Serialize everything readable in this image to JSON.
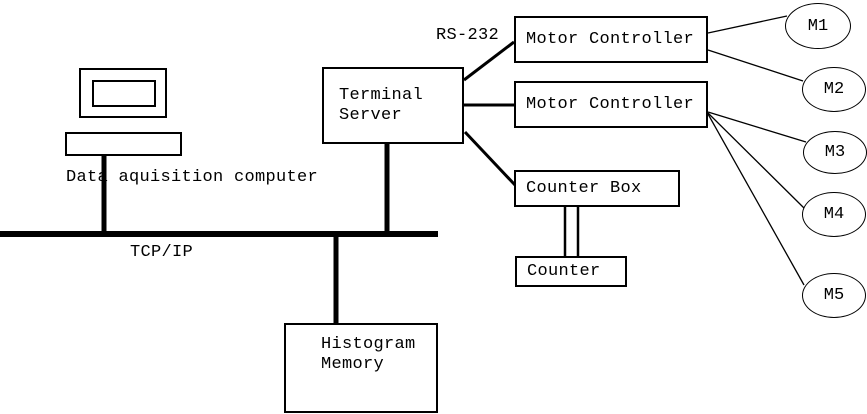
{
  "diagram": {
    "labels": {
      "daq_caption": "Data aquisition computer",
      "bus": "TCP/IP",
      "serial_link": "RS-232"
    },
    "nodes": {
      "terminal_server": {
        "line1": "Terminal",
        "line2": "Server"
      },
      "motor_controller_1": {
        "label": "Motor Controller"
      },
      "motor_controller_2": {
        "label": "Motor Controller"
      },
      "counter_box": {
        "label": "Counter Box"
      },
      "counter": {
        "label": "Counter"
      },
      "histogram_memory": {
        "line1": "Histogram",
        "line2": "Memory"
      }
    },
    "motors": [
      {
        "label": "M1"
      },
      {
        "label": "M2"
      },
      {
        "label": "M3"
      },
      {
        "label": "M4"
      },
      {
        "label": "M5"
      }
    ],
    "colors": {
      "stroke": "#000000",
      "background": "#ffffff"
    }
  }
}
